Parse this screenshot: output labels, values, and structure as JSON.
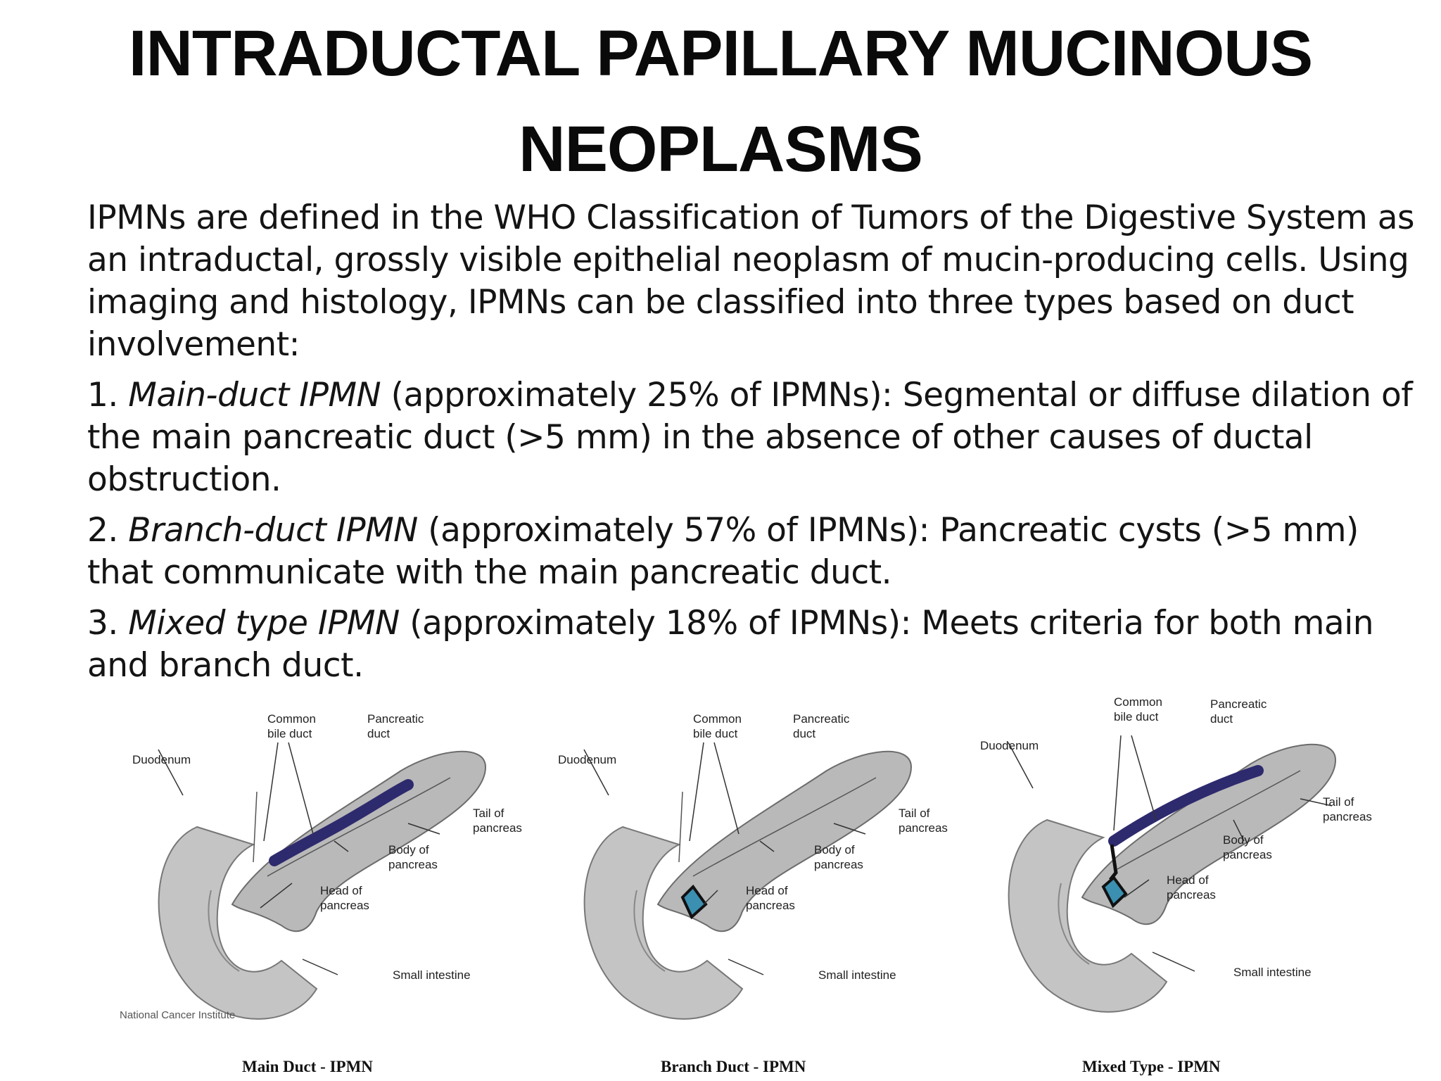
{
  "slide": {
    "title_line1": "INTRADUCTAL PAPILLARY MUCINOUS",
    "title_line2": "NEOPLASMS",
    "intro": "IPMNs are defined in the WHO Classification of Tumors of the Digestive System as an intraductal, grossly visible epithelial neoplasm of mucin-producing cells. Using imaging and histology, IPMNs can be classified into three types based on duct involvement:",
    "items": [
      {
        "num": "1.",
        "name": "Main-duct IPMN",
        "text": "(approximately 25% of IPMNs): Segmental or diffuse dilation of the main pancreatic duct (>5 mm) in the absence of other causes of ductal obstruction."
      },
      {
        "num": "2.",
        "name": "Branch-duct IPMN",
        "text": "(approximately 57% of IPMNs): Pancreatic cysts (>5 mm) that communicate with the main pancreatic duct."
      },
      {
        "num": "3.",
        "name": "Mixed type IPMN",
        "text": "(approximately 18% of IPMNs): Meets criteria for both main and branch duct."
      }
    ]
  },
  "figure": {
    "labels": {
      "common_bile_duct": "Common\nbile duct",
      "pancreatic_duct": "Pancreatic\nduct",
      "duodenum": "Duodenum",
      "tail": "Tail of\npancreas",
      "body": "Body of\npancreas",
      "head": "Head of\npancreas",
      "small_intestine": "Small intestine"
    },
    "credit": "National Cancer Institute",
    "captions": [
      "Main Duct - IPMN",
      "Branch Duct - IPMN",
      "Mixed Type - IPMN"
    ],
    "colors": {
      "duct": "#2e2a6e",
      "cyst": "#3b8fb0",
      "tissue": "#b9b9b9"
    }
  }
}
